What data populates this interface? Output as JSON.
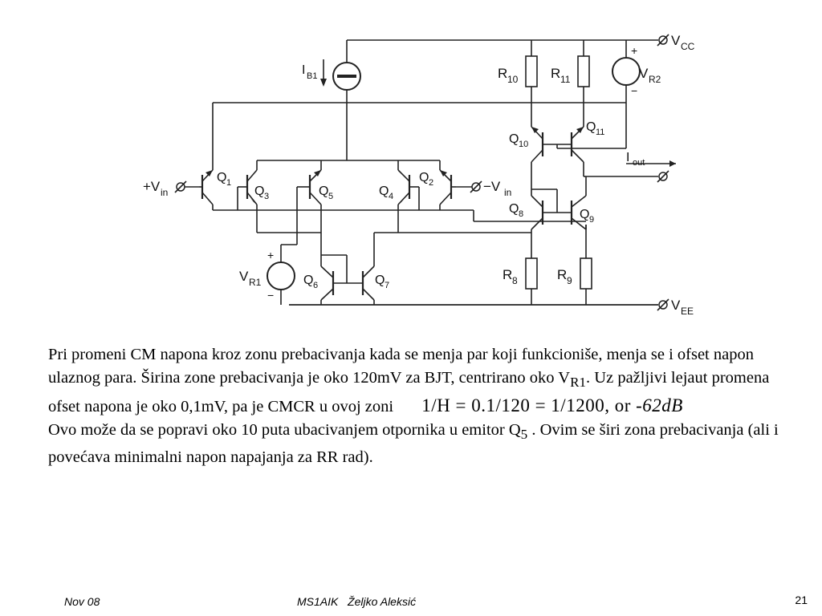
{
  "schematic": {
    "terminals": {
      "vcc": "V",
      "vcc_sub": "CC",
      "vee": "V",
      "vee_sub": "EE",
      "vin_plus": "+V",
      "vin_plus_sub": "in",
      "vin_minus": "−V",
      "vin_minus_sub": "in",
      "iout": "I",
      "iout_sub": "out"
    },
    "sources": {
      "ib1": "I",
      "ib1_sub": "B1",
      "vr1": "V",
      "vr1_sub": "R1",
      "vr2": "V",
      "vr2_sub": "R2",
      "plus": "+",
      "minus": "−"
    },
    "transistors": [
      {
        "id": "q1",
        "label": "Q",
        "sub": "1"
      },
      {
        "id": "q2",
        "label": "Q",
        "sub": "2"
      },
      {
        "id": "q3",
        "label": "Q",
        "sub": "3"
      },
      {
        "id": "q4",
        "label": "Q",
        "sub": "4"
      },
      {
        "id": "q5",
        "label": "Q",
        "sub": "5"
      },
      {
        "id": "q6",
        "label": "Q",
        "sub": "6"
      },
      {
        "id": "q7",
        "label": "Q",
        "sub": "7"
      },
      {
        "id": "q8",
        "label": "Q",
        "sub": "8"
      },
      {
        "id": "q9",
        "label": "Q",
        "sub": "9"
      },
      {
        "id": "q10",
        "label": "Q",
        "sub": "10"
      },
      {
        "id": "q11",
        "label": "Q",
        "sub": "11"
      }
    ],
    "resistors": [
      {
        "id": "r10",
        "label": "R",
        "sub": "10"
      },
      {
        "id": "r11",
        "label": "R",
        "sub": "11"
      },
      {
        "id": "r8",
        "label": "R",
        "sub": "8"
      },
      {
        "id": "r9",
        "label": "R",
        "sub": "9"
      }
    ]
  },
  "text": {
    "p1_a": "Pri promeni CM napona kroz zonu prebacivanja kada se menja par koji funkcioniše, menja se i ofset napon ulaznog para. Širina zone prebacivanja je oko 120mV za BJT, centrirano oko V",
    "p1_sub": "R1",
    "p1_b": ". Uz pažljivi lejaut promena ofset napona je oko 0,1mV, pa je CMCR u ovoj zoni",
    "formula_main": "1/H = 0.1/120 = 1/1200,",
    "formula_or": "or",
    "formula_db": "-62dB",
    "p2_a": "Ovo može da se popravi oko 10 puta ubacivanjem otpornika u emitor Q",
    "p2_sub": "5",
    "p2_b": " . Ovim se širi zona prebacivanja (ali i povećava minimalni napon napajanja za RR rad)."
  },
  "footer": {
    "date": "Nov 08",
    "course": "MS1AIK   Željko Aleksić",
    "page": "21"
  }
}
